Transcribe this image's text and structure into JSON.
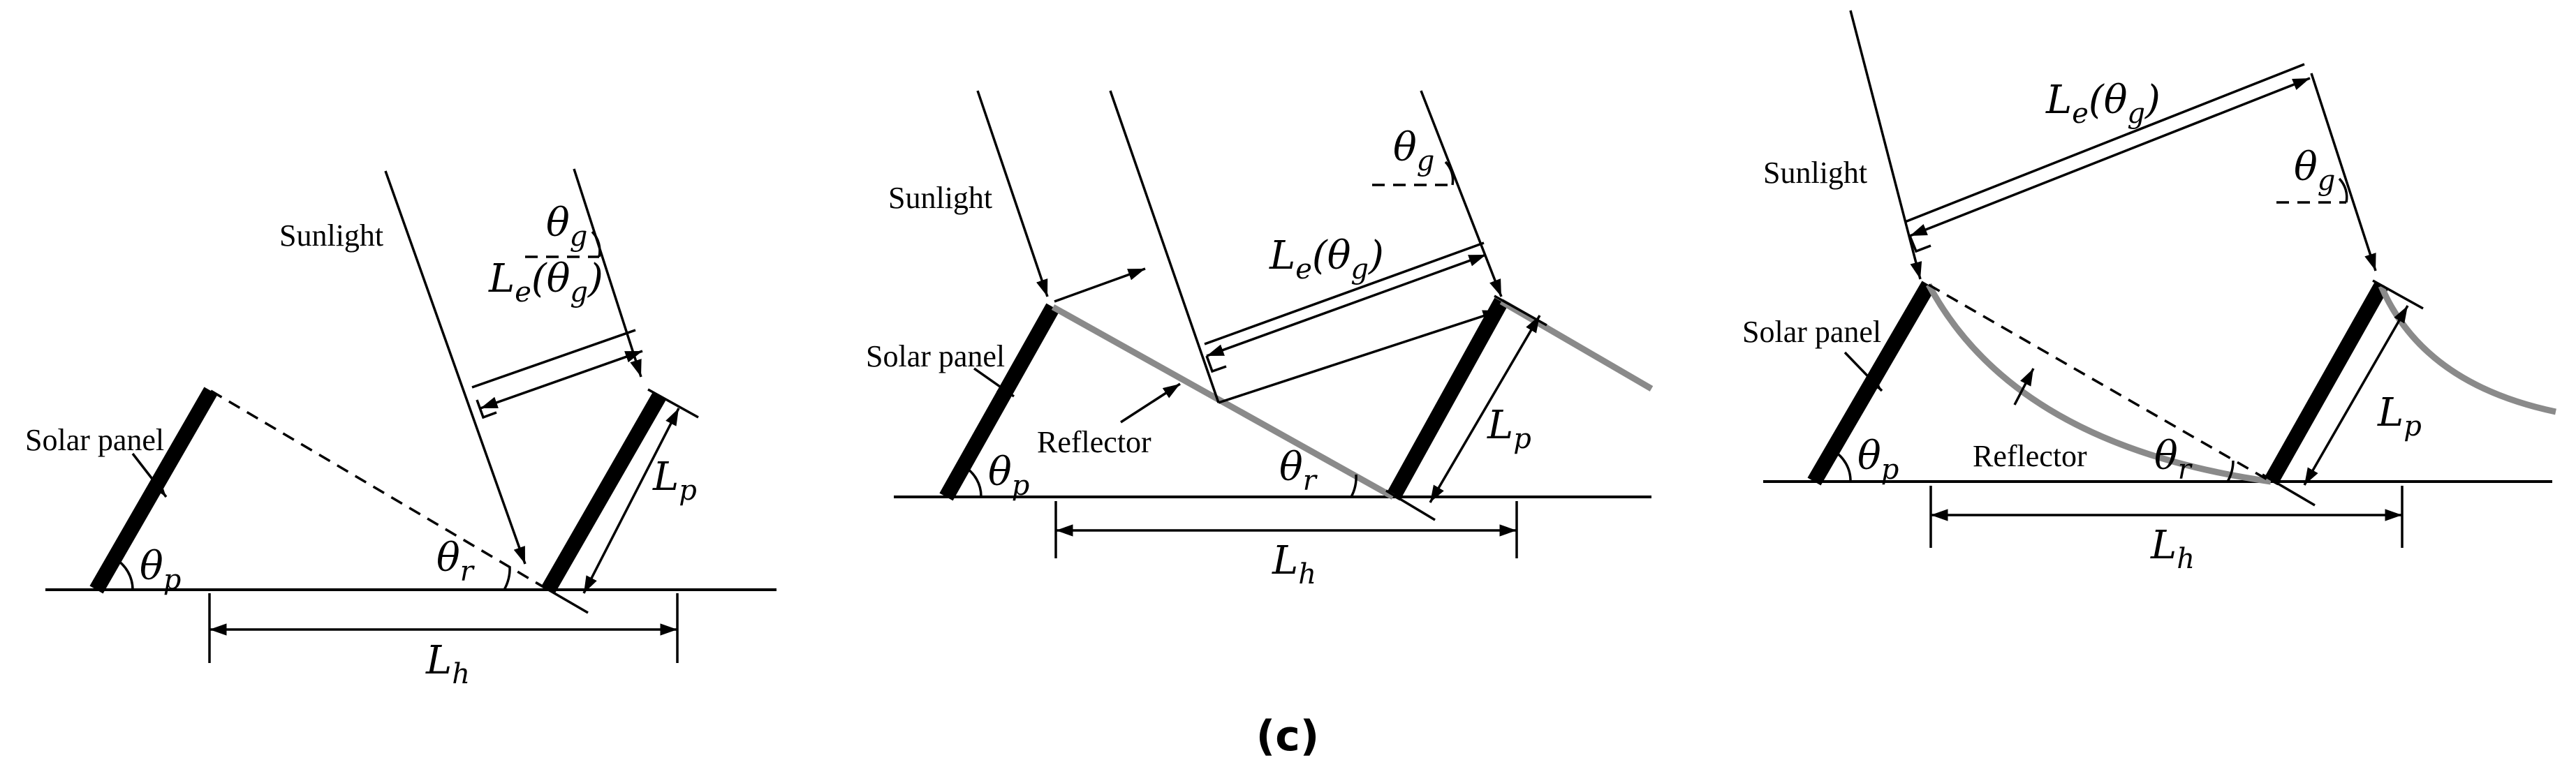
{
  "diagram": {
    "caption": "(c)",
    "labels": {
      "sunlight": "Sunlight",
      "solar_panel": "Solar panel",
      "reflector": "Reflector"
    },
    "symbols": {
      "theta_g": {
        "base": "θ",
        "sub": "g"
      },
      "theta_p": {
        "base": "θ",
        "sub": "p"
      },
      "theta_r": {
        "base": "θ",
        "sub": "r"
      },
      "L_p": {
        "base": "L",
        "sub": "p"
      },
      "L_h": {
        "base": "L",
        "sub": "h"
      },
      "L_e": {
        "base": "L",
        "sub": "e",
        "arg": "(θ",
        "arg_sub": "g",
        "close": ")"
      }
    },
    "colors": {
      "line": "#000000",
      "reflector": "#8a8a8a",
      "background": "#ffffff"
    }
  }
}
